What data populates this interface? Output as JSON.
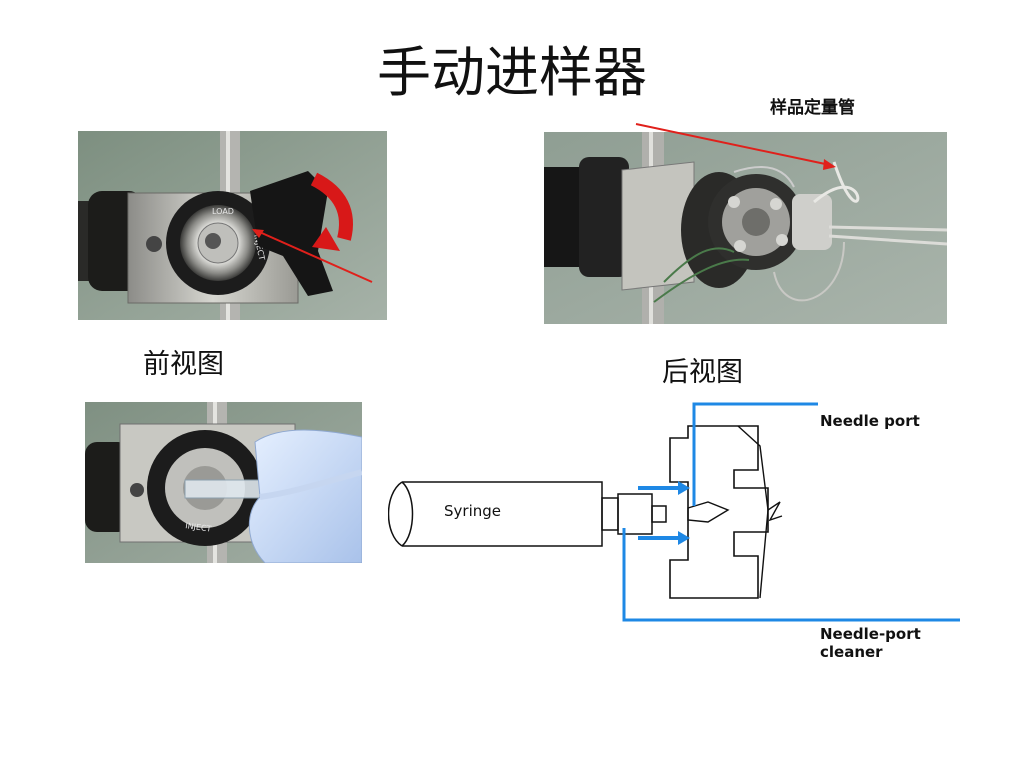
{
  "slide": {
    "title": "手动进样器",
    "sample_loop_label": "样品定量管",
    "front_view_caption": "前视图",
    "back_view_caption": "后视图"
  },
  "photos": {
    "front": {
      "dial_top_text": "LOAD",
      "dial_side_text": "INJECT"
    },
    "syringe": {
      "dial_text": "INJECT"
    }
  },
  "diagram": {
    "syringe_label": "Syringe",
    "needle_port_label": "Needle port",
    "needle_port_cleaner_label": "Needle-port cleaner",
    "colors": {
      "flow_lines": "#1e88e5",
      "outline": "#111111"
    }
  },
  "colors": {
    "arrow": "#e0201b",
    "background": "#ffffff"
  }
}
